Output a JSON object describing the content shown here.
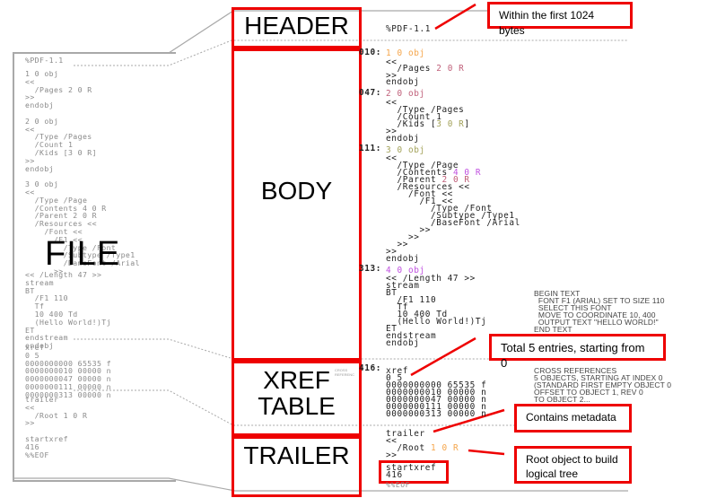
{
  "file_panel": {
    "label": "FILE",
    "header_line": "%PDF-1.1",
    "body_lines_top": "1 0 obj\n<<\n  /Pages 2 0 R\n>>\nendobj\n\n2 0 obj\n<<\n  /Type /Pages\n  /Count 1\n  /Kids [3 0 R]\n>>\nendobj\n\n3 0 obj\n<<\n  /Type /Page\n  /Contents 4 0 R\n  /Parent 2 0 R\n  /Resources <<\n    /Font <<\n      /F1 <<\n        /Type /Font\n        /Subtype /Type1\n        /DameFont /Arial\n      >>",
    "body_lines_bottom": "<< /Length 47 >>\nstream\nBT\n  /F1 110\n  Tf\n  10 400 Td\n  (Hello World!)Tj\nET\nendstream\nendobj",
    "xref_lines": "xref\n0 5\n0000000000 65535 f\n0000000010 00000 n\n0000000047 00000 n\n0000000111 00000 n\n0000000313 00000 n",
    "trailer_lines": "trailer\n<<\n  /Root 1 0 R\n>>\n\nstartxref\n416\n%%EOF"
  },
  "sections": {
    "header": "HEADER",
    "body": "BODY",
    "xref": "XREF\nTABLE",
    "xref_note": "CROSS\nREFERENC",
    "trailer": "TRAILER"
  },
  "detail": {
    "header_line": "%PDF-1.1",
    "objects": [
      {
        "offset": "010:",
        "title": "1 0 obj",
        "title_color": "#f5a54a",
        "lines": [
          "<<",
          "  /Pages ",
          ">>",
          "endobj"
        ],
        "ref": "2 0 R"
      },
      {
        "offset": "047:",
        "title": "2 0 obj",
        "title_color": "#c0607a",
        "lines": [
          "<<",
          "  /Type /Pages",
          "  /Count 1",
          "  /Kids [",
          ">>",
          "endobj"
        ],
        "ref": "3 0 R",
        "ref_close": "]"
      },
      {
        "offset": "111:",
        "title": "3 0 obj",
        "title_color": "#a3a25a",
        "lines": [
          "<<",
          "  /Type /Page",
          "  /Contents ",
          "  /Parent ",
          "  /Resources <<",
          "    /Font <<",
          "      /F1 <<",
          "        /Type /Font",
          "        /Subtype /Type1",
          "        /BaseFont /Arial",
          "      >>",
          "    >>",
          "  >>",
          ">>",
          "endobj"
        ],
        "refs": [
          "4 0 R",
          "2 0 R"
        ]
      },
      {
        "offset": "313:",
        "title": "4 0 obj",
        "title_color": "#c050e0",
        "lines": [
          "<< /Length 47 >>",
          "stream",
          "BT",
          "  /F1 110",
          "  Tf",
          "  10 400 Td",
          "  (Hello World!)Tj",
          "ET",
          "endstream",
          "endobj"
        ],
        "comments": [
          "BEGIN TEXT",
          "  FONT F1 (ARIAL) SET TO SIZE 110",
          "  SELECT THIS FONT",
          "  MOVE TO COORDINATE 10, 400",
          "  OUTPUT TEXT \"HELLO WORLD!\"",
          "END TEXT"
        ]
      }
    ],
    "xref": {
      "offset": "416:",
      "lines": [
        "xref",
        "0 5",
        "0000000000 65535 f",
        "0000000010 00000 n",
        "0000000047 00000 n",
        "0000000111 00000 n",
        "0000000313 00000 n"
      ],
      "comments": [
        "CROSS REFERENCES",
        "5 OBJECTS, STARTING AT INDEX 0",
        "(STANDARD FIRST EMPTY OBJECT 0",
        "OFFSET TO OBJECT 1, REV 0",
        "TO OBJECT 2..."
      ]
    },
    "trailer": {
      "lines": [
        "trailer",
        "<<",
        "  /Root ",
        ">>"
      ],
      "root_ref": "1 0 R",
      "startxref": "startxref",
      "startxref_value": "416",
      "eof": "%%EOF"
    }
  },
  "callouts": {
    "header": "Within the first 1024 bytes",
    "xref": "Total 5 entries, starting from 0",
    "trailer": "Contains metadata",
    "root": "Root object to build\nlogical tree"
  },
  "colors": {
    "box_red": "#ee0000",
    "orange": "#f5a54a",
    "pink": "#c0607a",
    "olive": "#a3a25a",
    "purple": "#c050e0"
  }
}
